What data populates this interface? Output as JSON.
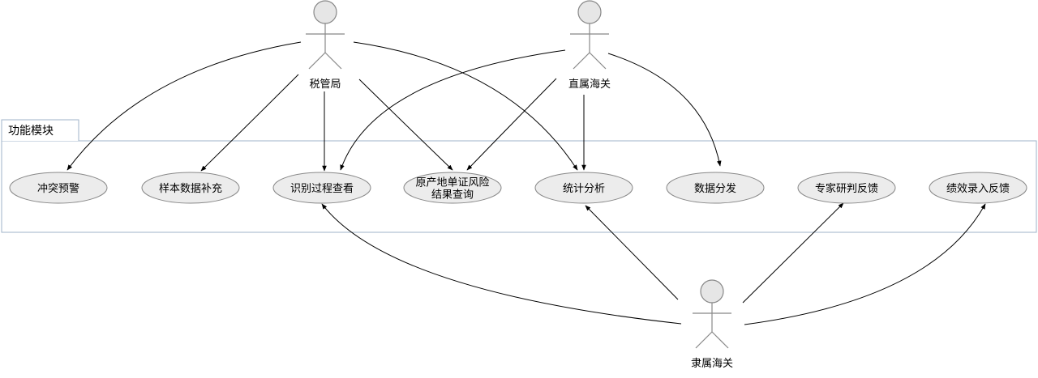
{
  "module": {
    "title": "功能模块"
  },
  "actors": [
    {
      "id": "tax",
      "label": "税管局"
    },
    {
      "id": "direct",
      "label": "直属海关"
    },
    {
      "id": "sub",
      "label": "隶属海关"
    }
  ],
  "use_cases": [
    {
      "id": "conflict",
      "lines": [
        "冲突预警"
      ]
    },
    {
      "id": "sample",
      "lines": [
        "样本数据补充"
      ]
    },
    {
      "id": "process",
      "lines": [
        "识别过程查看"
      ]
    },
    {
      "id": "origin",
      "lines": [
        "原产地单证风险",
        "结果查询"
      ]
    },
    {
      "id": "stats",
      "lines": [
        "统计分析"
      ]
    },
    {
      "id": "distribute",
      "lines": [
        "数据分发"
      ]
    },
    {
      "id": "expert",
      "lines": [
        "专家研判反馈"
      ]
    },
    {
      "id": "perf",
      "lines": [
        "绩效录入反馈"
      ]
    }
  ],
  "associations": [
    {
      "from": "tax",
      "to": "conflict"
    },
    {
      "from": "tax",
      "to": "sample"
    },
    {
      "from": "tax",
      "to": "process"
    },
    {
      "from": "tax",
      "to": "origin"
    },
    {
      "from": "tax",
      "to": "stats"
    },
    {
      "from": "direct",
      "to": "process"
    },
    {
      "from": "direct",
      "to": "origin"
    },
    {
      "from": "direct",
      "to": "stats"
    },
    {
      "from": "direct",
      "to": "distribute"
    },
    {
      "from": "sub",
      "to": "process"
    },
    {
      "from": "sub",
      "to": "stats"
    },
    {
      "from": "sub",
      "to": "expert"
    },
    {
      "from": "sub",
      "to": "perf"
    }
  ],
  "colors": {
    "ellipse_fill": "#ececec",
    "ellipse_stroke": "#888888",
    "frame_stroke": "#9fb3c8",
    "actor_fill": "#e6e6e6",
    "actor_stroke": "#888888",
    "arrow": "#000000"
  }
}
